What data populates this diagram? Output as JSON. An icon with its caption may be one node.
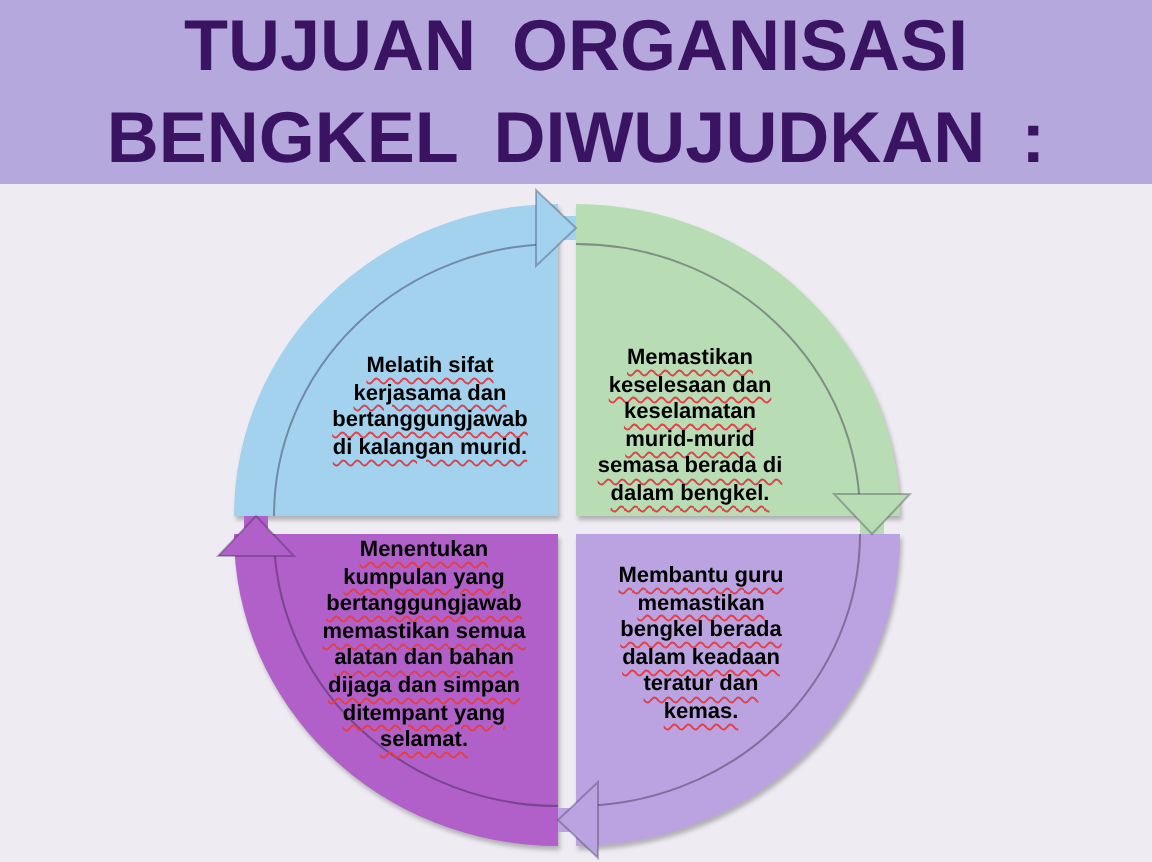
{
  "diagram": {
    "title": "TUJUAN ORGANISASI BENGKEL DIWUJUDKAN :",
    "nodes": [
      {
        "text": [
          "Melatih sifat kerjasama dan bertanggungjawab di kalangan murid."
        ]
      },
      {
        "text": [
          "Memastikan keselesaan dan keselamatan murid-murid semasa berada di dalam bengkel."
        ]
      },
      {
        "text": [
          "Menentukan kumpulan yang bertanggungjawab memastikan semua alatan dan bahan dijaga dan simpan ditempant yang selamat."
        ]
      },
      {
        "text": [
          "Membantu guru memastikan bengkel berada dalam keadaan teratur dan kemas."
        ]
      }
    ],
    "edges": [
      {
        "from": 0,
        "to": 1,
        "arrow": "to",
        "color": "#a3d2ee"
      },
      {
        "from": 1,
        "to": 3,
        "arrow": "to",
        "color": "#b8ddb4"
      },
      {
        "from": 3,
        "to": 2,
        "arrow": "to",
        "color": "#baa3e0"
      },
      {
        "from": 2,
        "to": 0,
        "arrow": "to",
        "color": "#b15fc9"
      }
    ]
  }
}
